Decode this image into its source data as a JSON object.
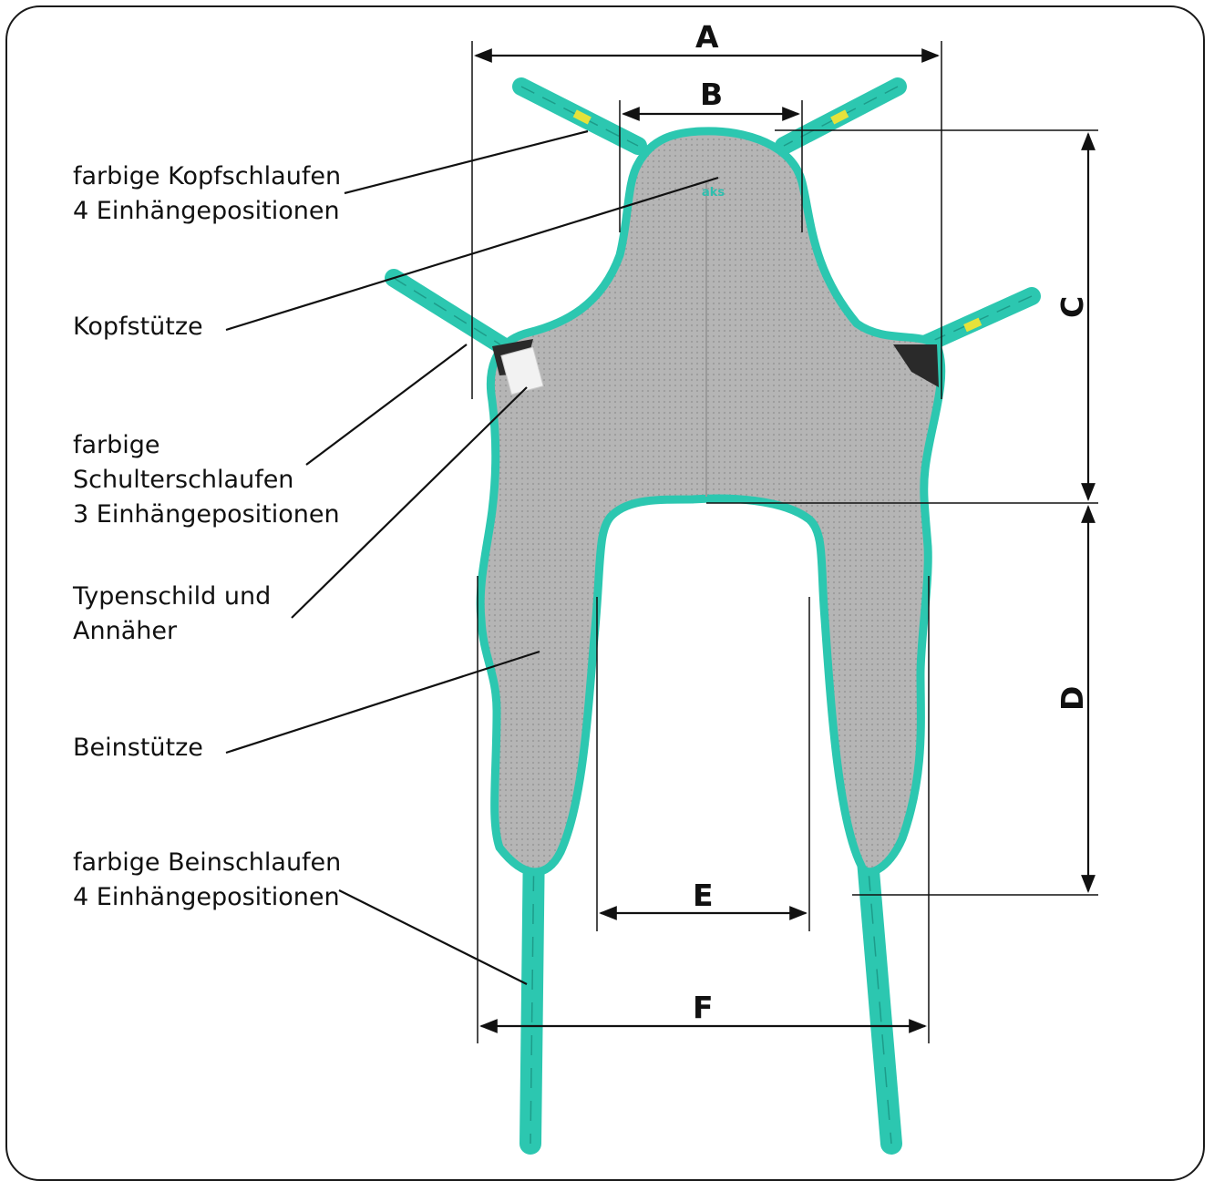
{
  "labels": {
    "head_loops": [
      "farbige Kopfschlaufen",
      "4 Einhängepositionen"
    ],
    "head_support": [
      "Kopfstütze"
    ],
    "shoulder_loops": [
      "farbige",
      "Schulterschlaufen",
      "3 Einhängepositionen"
    ],
    "type_label": [
      "Typenschild und",
      "Annäher"
    ],
    "leg_support": [
      "Beinstütze"
    ],
    "leg_loops": [
      "farbige Beinschlaufen",
      "4 Einhängepositionen"
    ]
  },
  "dimensions": {
    "a": "A",
    "b": "B",
    "c": "C",
    "d": "D",
    "e": "E",
    "f": "F"
  },
  "brand_text": "aks",
  "colors": {
    "fabric": "#b9b9b9",
    "fabric_dark": "#9a9a9a",
    "trim": "#2cc7b0",
    "trim_dark": "#1d9c8a",
    "tag_yellow": "#e6e23a",
    "frame": "#1a1a1a"
  }
}
